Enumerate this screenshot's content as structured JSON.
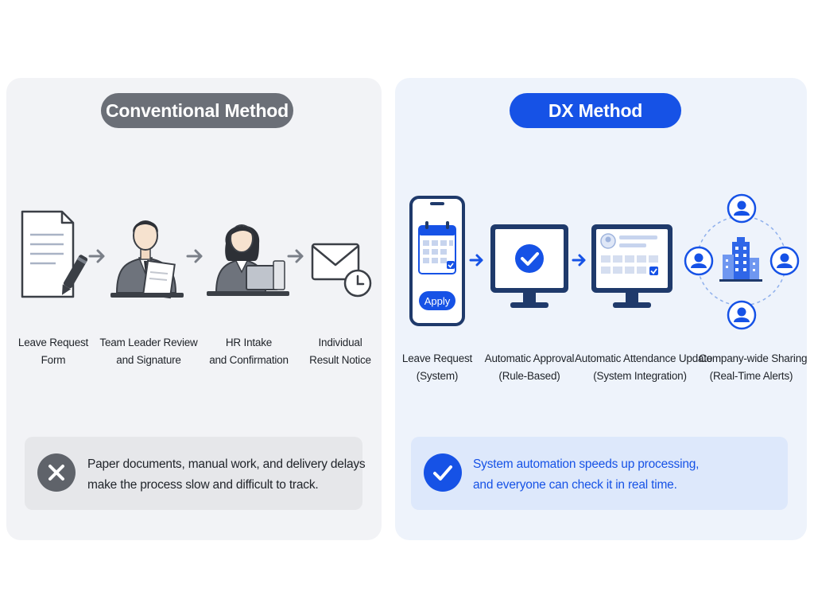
{
  "conventional": {
    "title": "Conventional Method",
    "steps": [
      {
        "icon": "paper-form-icon",
        "line1": "Leave Request",
        "line2": "Form"
      },
      {
        "icon": "team-leader-signing-icon",
        "line1": "Team Leader Review",
        "line2": "and Signature"
      },
      {
        "icon": "hr-staff-laptop-icon",
        "line1": "HR Intake",
        "line2": "and Confirmation"
      },
      {
        "icon": "envelope-clock-icon",
        "line1": "Individual",
        "line2": "Result Notice"
      }
    ],
    "note": {
      "icon": "close-icon",
      "line1": "Paper documents, manual work, and delivery delays",
      "line2": "make the process slow and difficult to track."
    }
  },
  "dx": {
    "title": "DX Method",
    "apply_button": "Apply",
    "steps": [
      {
        "icon": "smartphone-calendar-icon",
        "line1": "Leave Request",
        "line2": "(System)"
      },
      {
        "icon": "monitor-check-icon",
        "line1": "Automatic Approval",
        "line2": "(Rule-Based)"
      },
      {
        "icon": "monitor-attendance-icon",
        "line1": "Automatic Attendance Update",
        "line2": "(System Integration)"
      },
      {
        "icon": "company-network-icon",
        "line1": "Company-wide Sharing",
        "line2": "(Real-Time Alerts)"
      }
    ],
    "note": {
      "icon": "check-icon",
      "line1": "System automation speeds up processing,",
      "line2": "and everyone can check it in real time."
    }
  },
  "colors": {
    "gray_accent": "#6b6f77",
    "blue_accent": "#1652e6",
    "left_panel_bg": "#f2f3f6",
    "right_panel_bg": "#eef3fb"
  }
}
